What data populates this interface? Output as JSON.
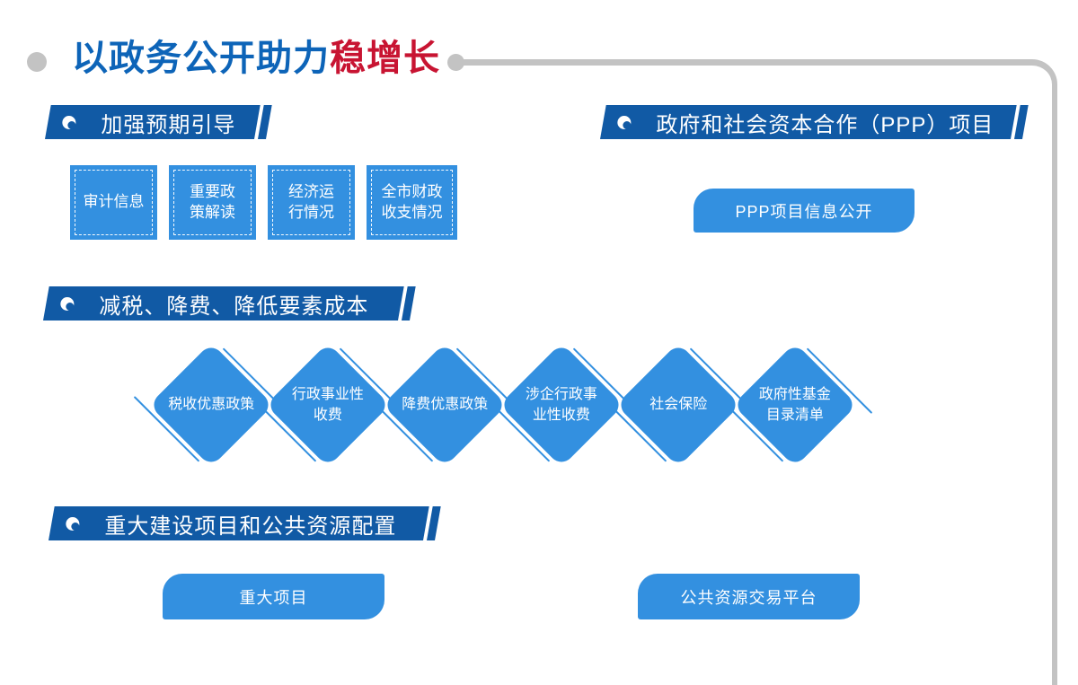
{
  "header": {
    "title_blue": "以政务公开助力",
    "title_red": "稳增长"
  },
  "sections": {
    "expectation": {
      "title": "加强预期引导",
      "tiles": [
        {
          "label": "审计信息"
        },
        {
          "label": "重要政\n策解读"
        },
        {
          "label": "经济运\n行情况"
        },
        {
          "label": "全市财政\n收支情况"
        }
      ]
    },
    "ppp": {
      "title": "政府和社会资本合作（PPP）项目",
      "button": "PPP项目信息公开"
    },
    "cost": {
      "title": "减税、降费、降低要素成本",
      "diamonds": [
        {
          "label": "税收优惠政策"
        },
        {
          "label": "行政事业性\n收费"
        },
        {
          "label": "降费优惠政策"
        },
        {
          "label": "涉企行政事\n业性收费"
        },
        {
          "label": "社会保险"
        },
        {
          "label": "政府性基金\n目录清单"
        }
      ]
    },
    "major": {
      "title": "重大建设项目和公共资源配置",
      "buttons": [
        {
          "label": "重大项目"
        },
        {
          "label": "公共资源交易平台"
        }
      ]
    }
  },
  "colors": {
    "banner_blue": "#115AA5",
    "tile_blue": "#3390E0",
    "title_blue": "#0D64B8",
    "title_red": "#C81432",
    "line_gray": "#C3C3C3"
  }
}
